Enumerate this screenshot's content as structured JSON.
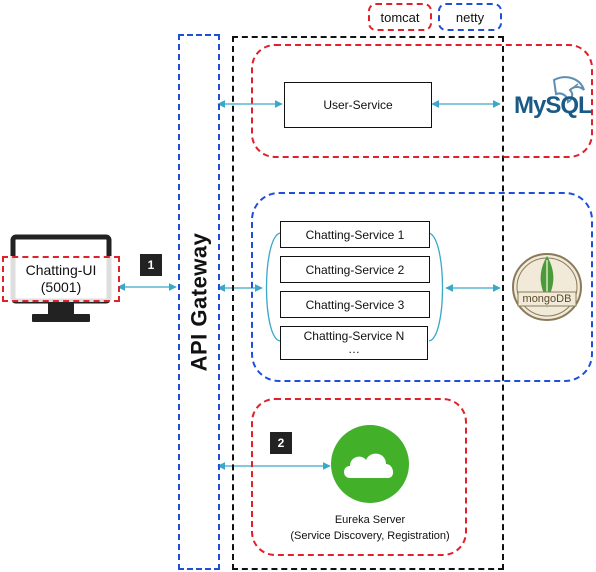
{
  "legend": {
    "tomcat": "tomcat",
    "netty": "netty"
  },
  "client": {
    "name": "Chatting-UI",
    "port": "(5001)"
  },
  "gateway": {
    "label": "API Gateway"
  },
  "steps": {
    "one": "1",
    "two": "2"
  },
  "user_service": {
    "label": "User-Service"
  },
  "chat_services": [
    "Chatting-Service 1",
    "Chatting-Service 2",
    "Chatting-Service 3",
    "Chatting-Service N"
  ],
  "chat_ellipsis": "…",
  "mysql": {
    "label": "MySQL"
  },
  "mongodb": {
    "label": "mongoDB"
  },
  "eureka": {
    "name": "Eureka Server",
    "desc": "(Service Discovery, Registration)"
  },
  "colors": {
    "tomcat": "#e0202a",
    "netty": "#1f4fd8",
    "wire": "#3aa8c8",
    "mongo_green": "#4a9a3a",
    "eureka_green": "#43b02a"
  }
}
